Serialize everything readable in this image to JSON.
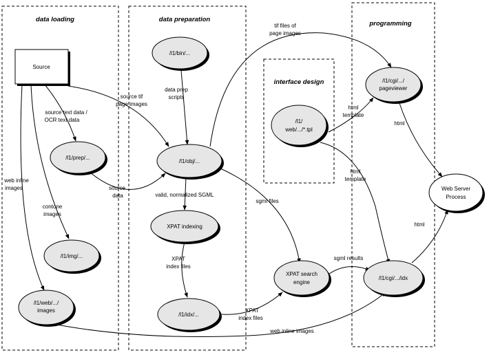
{
  "regions": {
    "data_loading": "data loading",
    "data_preparation": "data preparation",
    "interface_design": "interface design",
    "programming": "programming"
  },
  "nodes": {
    "source": "Source",
    "prep": "/l1/prep/...",
    "img": "/l1/img/...",
    "web_images": [
      "/l1/web/.../",
      "images"
    ],
    "bin": "/l1/bin/...",
    "obj": "/l1/obj/...",
    "xpat_indexing": "XPAT indexing",
    "idx": "/l1/idx/...",
    "tpl": [
      "/l1/",
      "web/.../*.tpl"
    ],
    "xpat_engine": [
      "XPAT search",
      "engine"
    ],
    "pageviewer": [
      "/l1/cgi/.../",
      "pageviewer"
    ],
    "cgi_idx": "/l1/cgi/.../idx",
    "web_server": [
      "Web Server",
      "Process"
    ]
  },
  "edge_labels": {
    "source_text": [
      "source text data /",
      "OCR text data"
    ],
    "source_tif": [
      "source tif",
      "page images"
    ],
    "contone": [
      "contone",
      "images"
    ],
    "web_inline_left": [
      "web inline",
      "images"
    ],
    "data_prep_scripts": [
      "data prep",
      "scripts"
    ],
    "source_data": [
      "source",
      "data"
    ],
    "valid_sgml": "valid, normalized SGML",
    "xpat_index_files_1": [
      "XPAT",
      "index files"
    ],
    "xpat_index_files_2": [
      "XPAT",
      "index files"
    ],
    "tif_files": [
      "tif files of",
      "page images"
    ],
    "sgml_files": "sgml files",
    "html_template_1": [
      "html",
      "template"
    ],
    "html_template_2": [
      "html",
      "template"
    ],
    "html_1": "html",
    "html_2": "html",
    "sgml_results": "sgml results",
    "web_inline_bottom": "web inline images"
  }
}
